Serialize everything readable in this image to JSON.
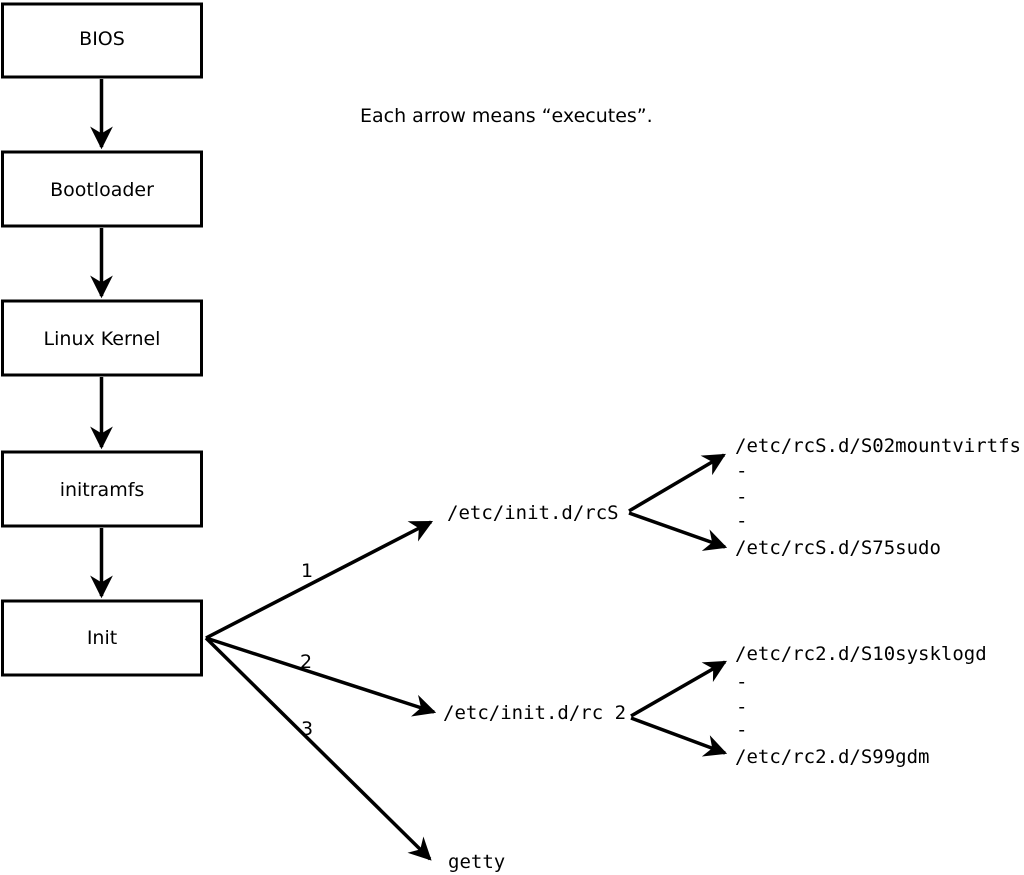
{
  "caption": "Each arrow means “executes”.",
  "colors": {
    "line": "#000000",
    "box_fill": "#ffffff",
    "background": "#ffffff",
    "text": "#000000"
  },
  "boot_chain": [
    {
      "label": "BIOS"
    },
    {
      "label": "Bootloader"
    },
    {
      "label": "Linux Kernel"
    },
    {
      "label": "initramfs"
    },
    {
      "label": "Init"
    }
  ],
  "init_branches": [
    {
      "order": "1",
      "target": "/etc/init.d/rcS",
      "scripts": {
        "first": "/etc/rcS.d/S02mountvirtfs",
        "ellipsis": [
          "-",
          "-",
          "-"
        ],
        "last": "/etc/rcS.d/S75sudo"
      }
    },
    {
      "order": "2",
      "target": "/etc/init.d/rc 2",
      "scripts": {
        "first": "/etc/rc2.d/S10sysklogd",
        "ellipsis": [
          "-",
          "-",
          "-"
        ],
        "last": "/etc/rc2.d/S99gdm"
      }
    },
    {
      "order": "3",
      "target": "getty"
    }
  ]
}
